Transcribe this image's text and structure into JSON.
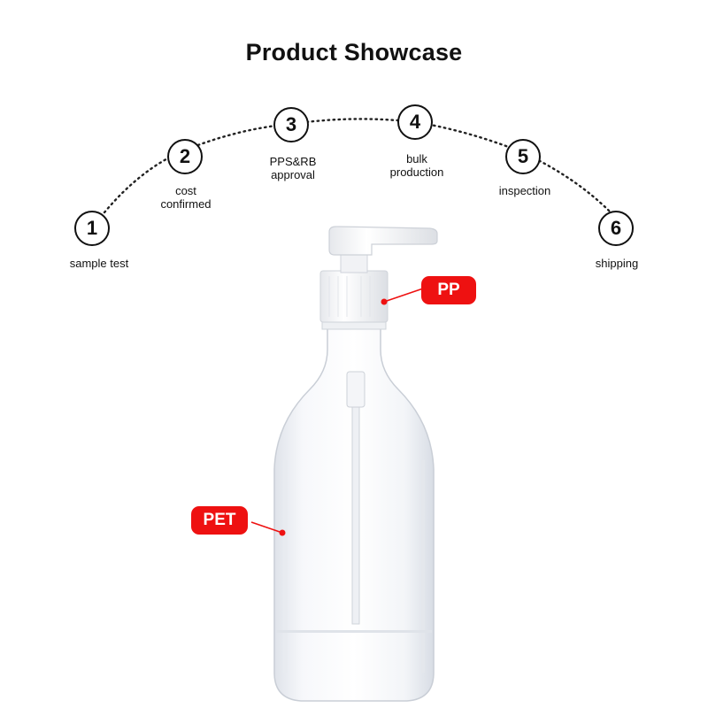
{
  "title": "Product Showcase",
  "steps": [
    {
      "number": "1",
      "label": "sample test"
    },
    {
      "number": "2",
      "label": "cost\nconfirmed"
    },
    {
      "number": "3",
      "label": "PPS&RB\napproval"
    },
    {
      "number": "4",
      "label": "bulk\nproduction"
    },
    {
      "number": "5",
      "label": "inspection"
    },
    {
      "number": "6",
      "label": "shipping"
    }
  ],
  "material_tags": {
    "pump": "PP",
    "bottle": "PET"
  },
  "colors": {
    "accent": "#ee1111",
    "text": "#111111"
  }
}
